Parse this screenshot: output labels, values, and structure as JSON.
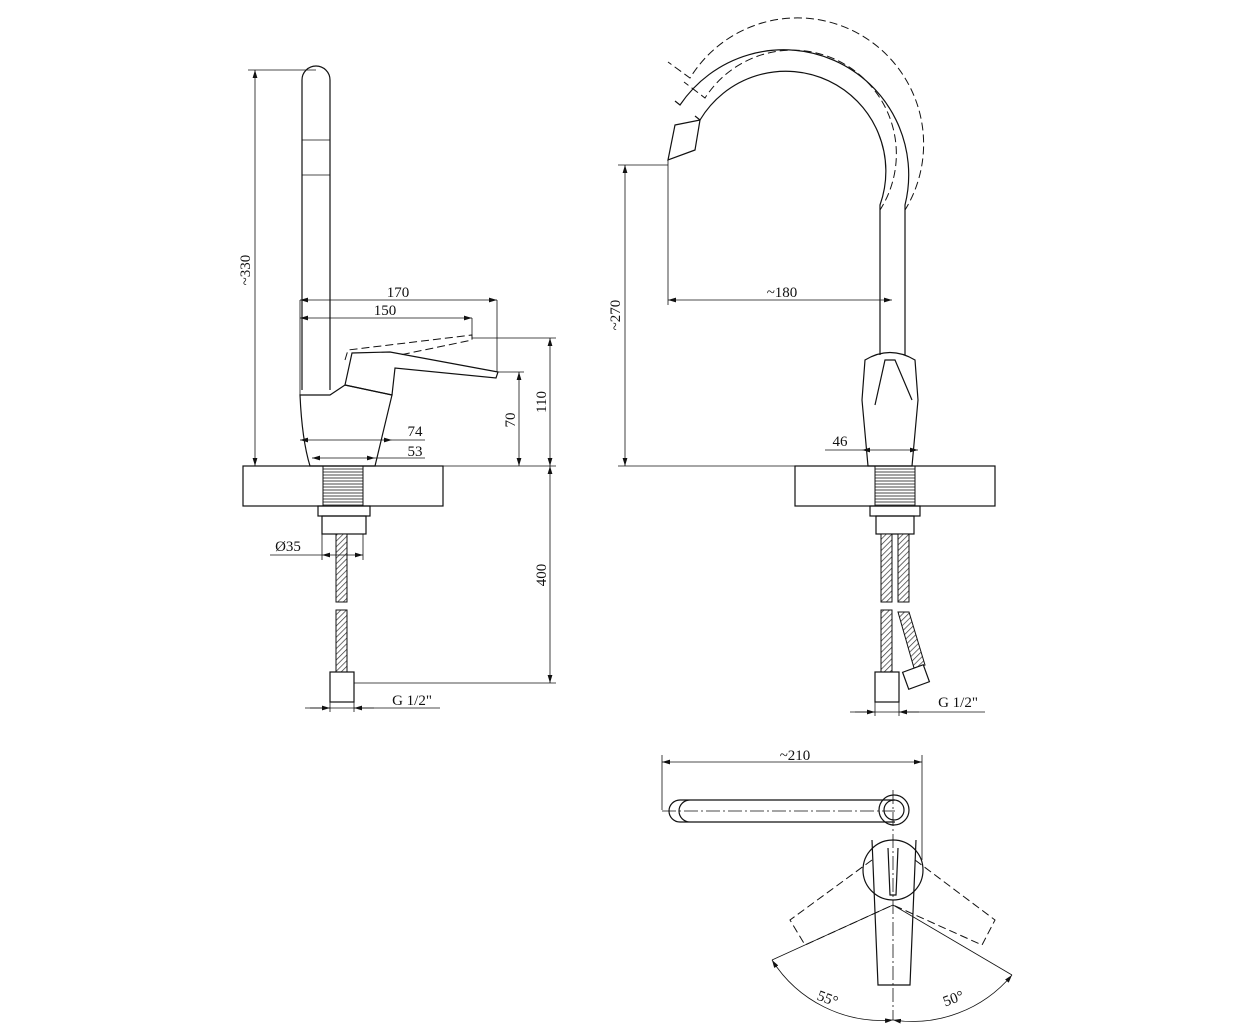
{
  "side_view": {
    "height_label": "~330",
    "lever_reach_label": "170",
    "spout_reach_label": "150",
    "lever_open_height_label": "110",
    "lever_height_label": "70",
    "body_width_label": "74",
    "base_width_label": "53",
    "thread_diameter_label": "Ø35",
    "hose_length_label": "400",
    "connection_label": "G 1/2\""
  },
  "front_view": {
    "spout_height_label": "~270",
    "spout_reach_label": "~180",
    "body_width_label": "46",
    "connection_label": "G 1/2\""
  },
  "top_view": {
    "spout_length_label": "~210",
    "left_angle_label": "55°",
    "right_angle_label": "50°"
  }
}
